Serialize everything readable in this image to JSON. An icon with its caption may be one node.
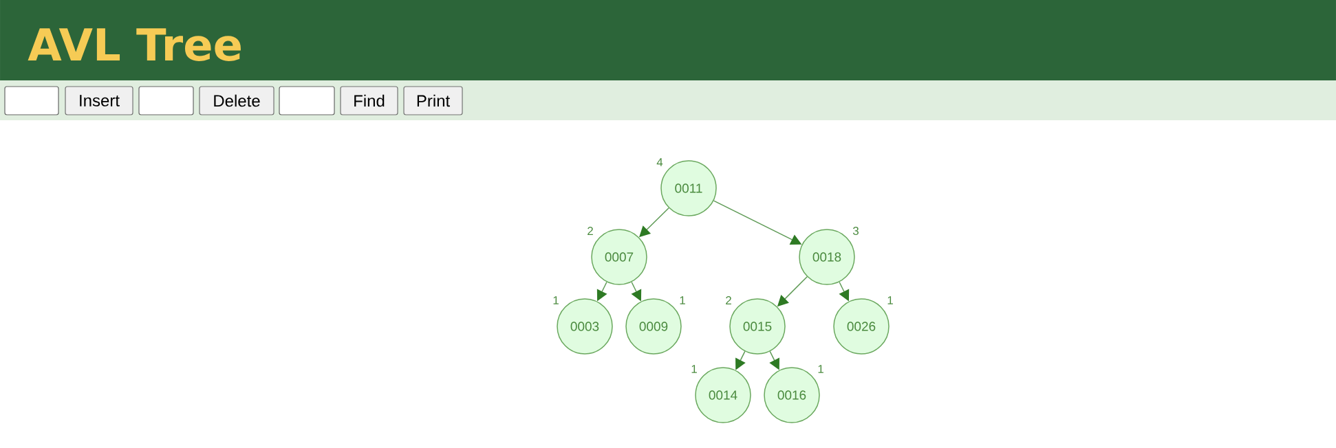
{
  "diagram": {
    "title": "AVL Tree",
    "nodes": [
      {
        "text": [
          "0011"
        ],
        "beside": [
          "4"
        ]
      },
      {
        "text": [
          "0007"
        ],
        "beside": [
          "2"
        ]
      },
      {
        "text": [
          "0018"
        ],
        "beside": [
          "3"
        ]
      },
      {
        "text": [
          "0003"
        ],
        "beside": [
          "1"
        ]
      },
      {
        "text": [
          "0009"
        ],
        "beside": [
          "1"
        ]
      },
      {
        "text": [
          "0015"
        ],
        "beside": [
          "2"
        ]
      },
      {
        "text": [
          "0026"
        ],
        "beside": [
          "1"
        ]
      },
      {
        "text": [
          "0014"
        ],
        "beside": [
          "1"
        ]
      },
      {
        "text": [
          "0016"
        ],
        "beside": [
          "1"
        ]
      }
    ],
    "edges": [
      {
        "from": 0,
        "to": 1,
        "arrow": "to"
      },
      {
        "from": 0,
        "to": 2,
        "arrow": "to"
      },
      {
        "from": 1,
        "to": 3,
        "arrow": "to"
      },
      {
        "from": 1,
        "to": 4,
        "arrow": "to"
      },
      {
        "from": 2,
        "to": 5,
        "arrow": "to"
      },
      {
        "from": 2,
        "to": 6,
        "arrow": "to"
      },
      {
        "from": 5,
        "to": 7,
        "arrow": "to"
      },
      {
        "from": 5,
        "to": 8,
        "arrow": "to"
      }
    ],
    "labels": [
      "Insert",
      "Delete",
      "Find",
      "Print"
    ]
  }
}
